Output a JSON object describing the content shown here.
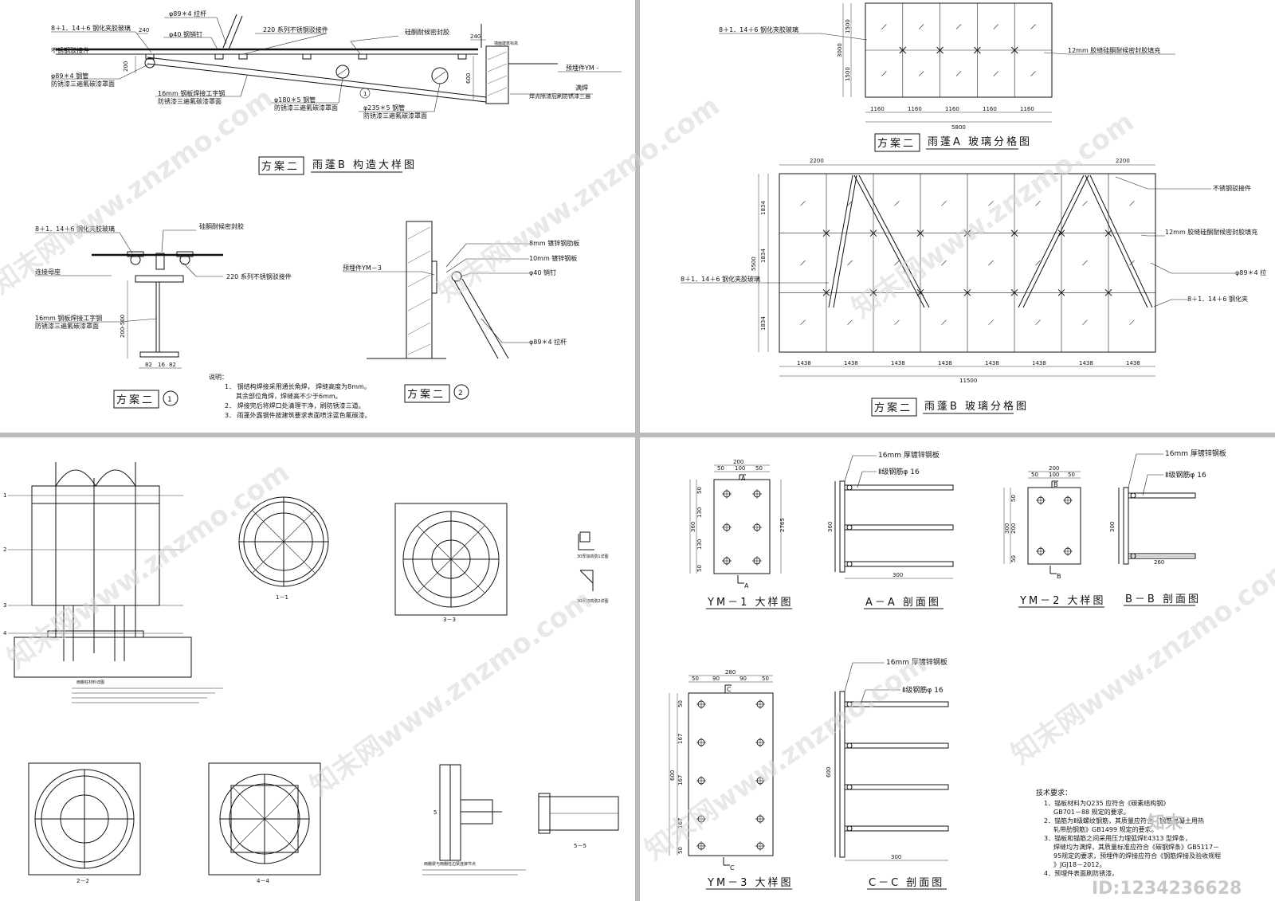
{
  "panel1": {
    "title_prefix": "方案二",
    "title_text": "雨蓬B 构造大样图",
    "labels": {
      "glass": "8＋1．14＋6 钢化夹胶玻璃",
      "rod": "φ89＊4 拉杆",
      "pin": "φ40 钢销钉",
      "bracket": "220 系列不锈钢驳接件",
      "sealant": "硅酮耐候密封胶",
      "wall_note": "墙面建筑标高",
      "claw": "不锈钢驳接件",
      "pipe89": "φ89＊4 钢管",
      "paint1": "防锈漆三遍氟碳漆罩面",
      "ibeam": "16mm 钢板焊接工字钢",
      "paint2": "防锈漆三遍氟碳漆罩面",
      "pipe180": "φ180＊5 钢管",
      "paint3": "防锈漆三遍氟碳漆罩面",
      "pipe235": "φ235＊5 钢管",
      "paint4": "防锈漆三遍氟碳漆罩面",
      "embed": "预埋件YM -",
      "weld": "满焊",
      "weld_note": "焊点除渣后刷防锈漆三遍",
      "circle_no": "1"
    },
    "dims": {
      "d240a": "240",
      "d240b": "240",
      "d200": "200",
      "d600": "600"
    }
  },
  "panel2": {
    "title_prefix": "方案二",
    "title_text": "雨蓬A 玻璃分格图",
    "labels": {
      "glass": "8＋1．14＋6 钢化夹胶玻璃",
      "seal": "12mm 胶缝硅酮耐候密封胶填充"
    },
    "dims_v": [
      "1500",
      "1500"
    ],
    "dim_v_total": "3000",
    "dims_h": [
      "1160",
      "1160",
      "1160",
      "1160",
      "1160"
    ],
    "dim_h_total": "5800"
  },
  "panel3": {
    "title_prefix": "方案二",
    "title_text": "雨蓬B 玻璃分格图",
    "labels": {
      "claw": "不锈钢驳接件",
      "seal": "12mm 胶缝硅酮耐候密封胶填充",
      "rod": "φ89＊4 拉",
      "glass_left": "8＋1．14＋6 钢化夹胶玻璃",
      "glass_right": "8＋1．14＋6 钢化夹"
    },
    "dims_top": [
      "2200",
      "2200"
    ],
    "dims_v": [
      "1834",
      "1834",
      "1834"
    ],
    "dim_v_total": "5500",
    "dims_h": [
      "1438",
      "1438",
      "1438",
      "1438",
      "1438",
      "1438",
      "1438",
      "1438"
    ],
    "dim_h_total": "11500"
  },
  "panel4": {
    "title_prefix": "方案二",
    "circle_no": "1",
    "labels": {
      "glass": "8＋1．14＋6 钢化夹胶玻璃",
      "sealant": "硅酮耐候密封胶",
      "bracket": "220 系列不锈钢驳接件",
      "base": "连接母座",
      "ibeam": "16mm 钢板焊接工字钢",
      "paint": "防锈漆三遍氟碳漆罩面"
    },
    "dims": {
      "height": "200-500",
      "w1": "82",
      "w2": "16",
      "w3": "82"
    }
  },
  "panel5": {
    "title_prefix": "方案二",
    "circle_no": "2",
    "labels": {
      "plate8": "8mm 镀锌钢肋板",
      "plate10": "10mm 镀锌钢板",
      "pin": "φ40 销钉",
      "embed": "预埋件YM－3",
      "rod": "φ89＊4 拉杆"
    }
  },
  "notes": {
    "heading": "说明：",
    "lines": [
      "1．  钢结构焊接采用通长角焊，  焊缝高度为8mm。",
      "其余部位角焊，焊缝高不少于6mm。",
      "2．  焊接完后将焊口处清理干净，刷防锈漆三道。",
      "3．  雨蓬外露钢件按建筑要求表面喷涂蓝色氟碳漆。"
    ]
  },
  "column_details": {
    "labels": {
      "section11": "1－1",
      "section33": "3－3",
      "section22": "2－2",
      "section44": "4－4",
      "section55": "5－5",
      "detail1": "30厚加劲肋1详图",
      "detail2": "30厚加劲肋2详图",
      "column_title": "雨棚柱材料详图",
      "joint_title": "雨棚梁与雨棚柱边梁连接节点",
      "axis1": "1",
      "axis2": "2",
      "axis3": "3",
      "axis4": "4",
      "mark5": "5"
    }
  },
  "ym1": {
    "title": "YM－1 大样图",
    "section_title": "A－A 剖面图",
    "plate": "16mm 厚镀锌钢板",
    "rebar": "Ⅱ级钢筋φ 16",
    "section_mark": "A",
    "dims_top": [
      "50",
      "100",
      "50"
    ],
    "dim_top_total": "200",
    "dims_v": [
      "50",
      "130",
      "130",
      "50"
    ],
    "dim_v_total": "360",
    "dim_leader": "2765",
    "section_h": "360",
    "section_len": "300"
  },
  "ym2": {
    "title": "YM－2 大样图",
    "section_title": "B－B 剖面图",
    "plate": "16mm 厚镀锌钢板",
    "rebar": "Ⅱ级钢筋φ 16",
    "section_mark": "B",
    "dims_top": [
      "50",
      "100",
      "50"
    ],
    "dim_top_total": "200",
    "dims_v": [
      "50",
      "200",
      "50"
    ],
    "dim_v_total": "300",
    "section_h": "300",
    "section_len": "260"
  },
  "ym3": {
    "title": "YM－3 大样图",
    "section_title": "C－C 剖面图",
    "plate": "16mm 厚镀锌钢板",
    "rebar": "Ⅱ级钢筋φ 16",
    "section_mark": "C",
    "dims_top": [
      "50",
      "90",
      "90",
      "50"
    ],
    "dim_top_total": "280",
    "dims_v": [
      "50",
      "167",
      "167",
      "167",
      "50"
    ],
    "dim_v_total": "600",
    "section_h": "600",
    "section_len": "300"
  },
  "tech": {
    "heading": "技术要求：",
    "lines": [
      "1．锚板材料为Q235 应符合《碳素结构钢》",
      "GB701－88  规定的要求。",
      "2．锚筋为Ⅱ级螺纹钢筋，其质量应符合《钢筋混凝土用热",
      "轧带肋钢筋》GB1499 规定的要求。",
      "3．锚板和锚筋之间采用压力埋弧焊E4313 型焊条，",
      "焊缝均为满焊，其质量标准应符合《碳钢焊条》GB5117－",
      "95规定的要求，预埋件的焊接应符合《钢筋焊接及验收规程",
      "》JGJ18－2012。",
      "4．预埋件表面刷防锈漆。"
    ]
  },
  "watermark": {
    "text": "知末网www.znzmo.com",
    "id": "ID:1234236628",
    "logo": "知末"
  }
}
